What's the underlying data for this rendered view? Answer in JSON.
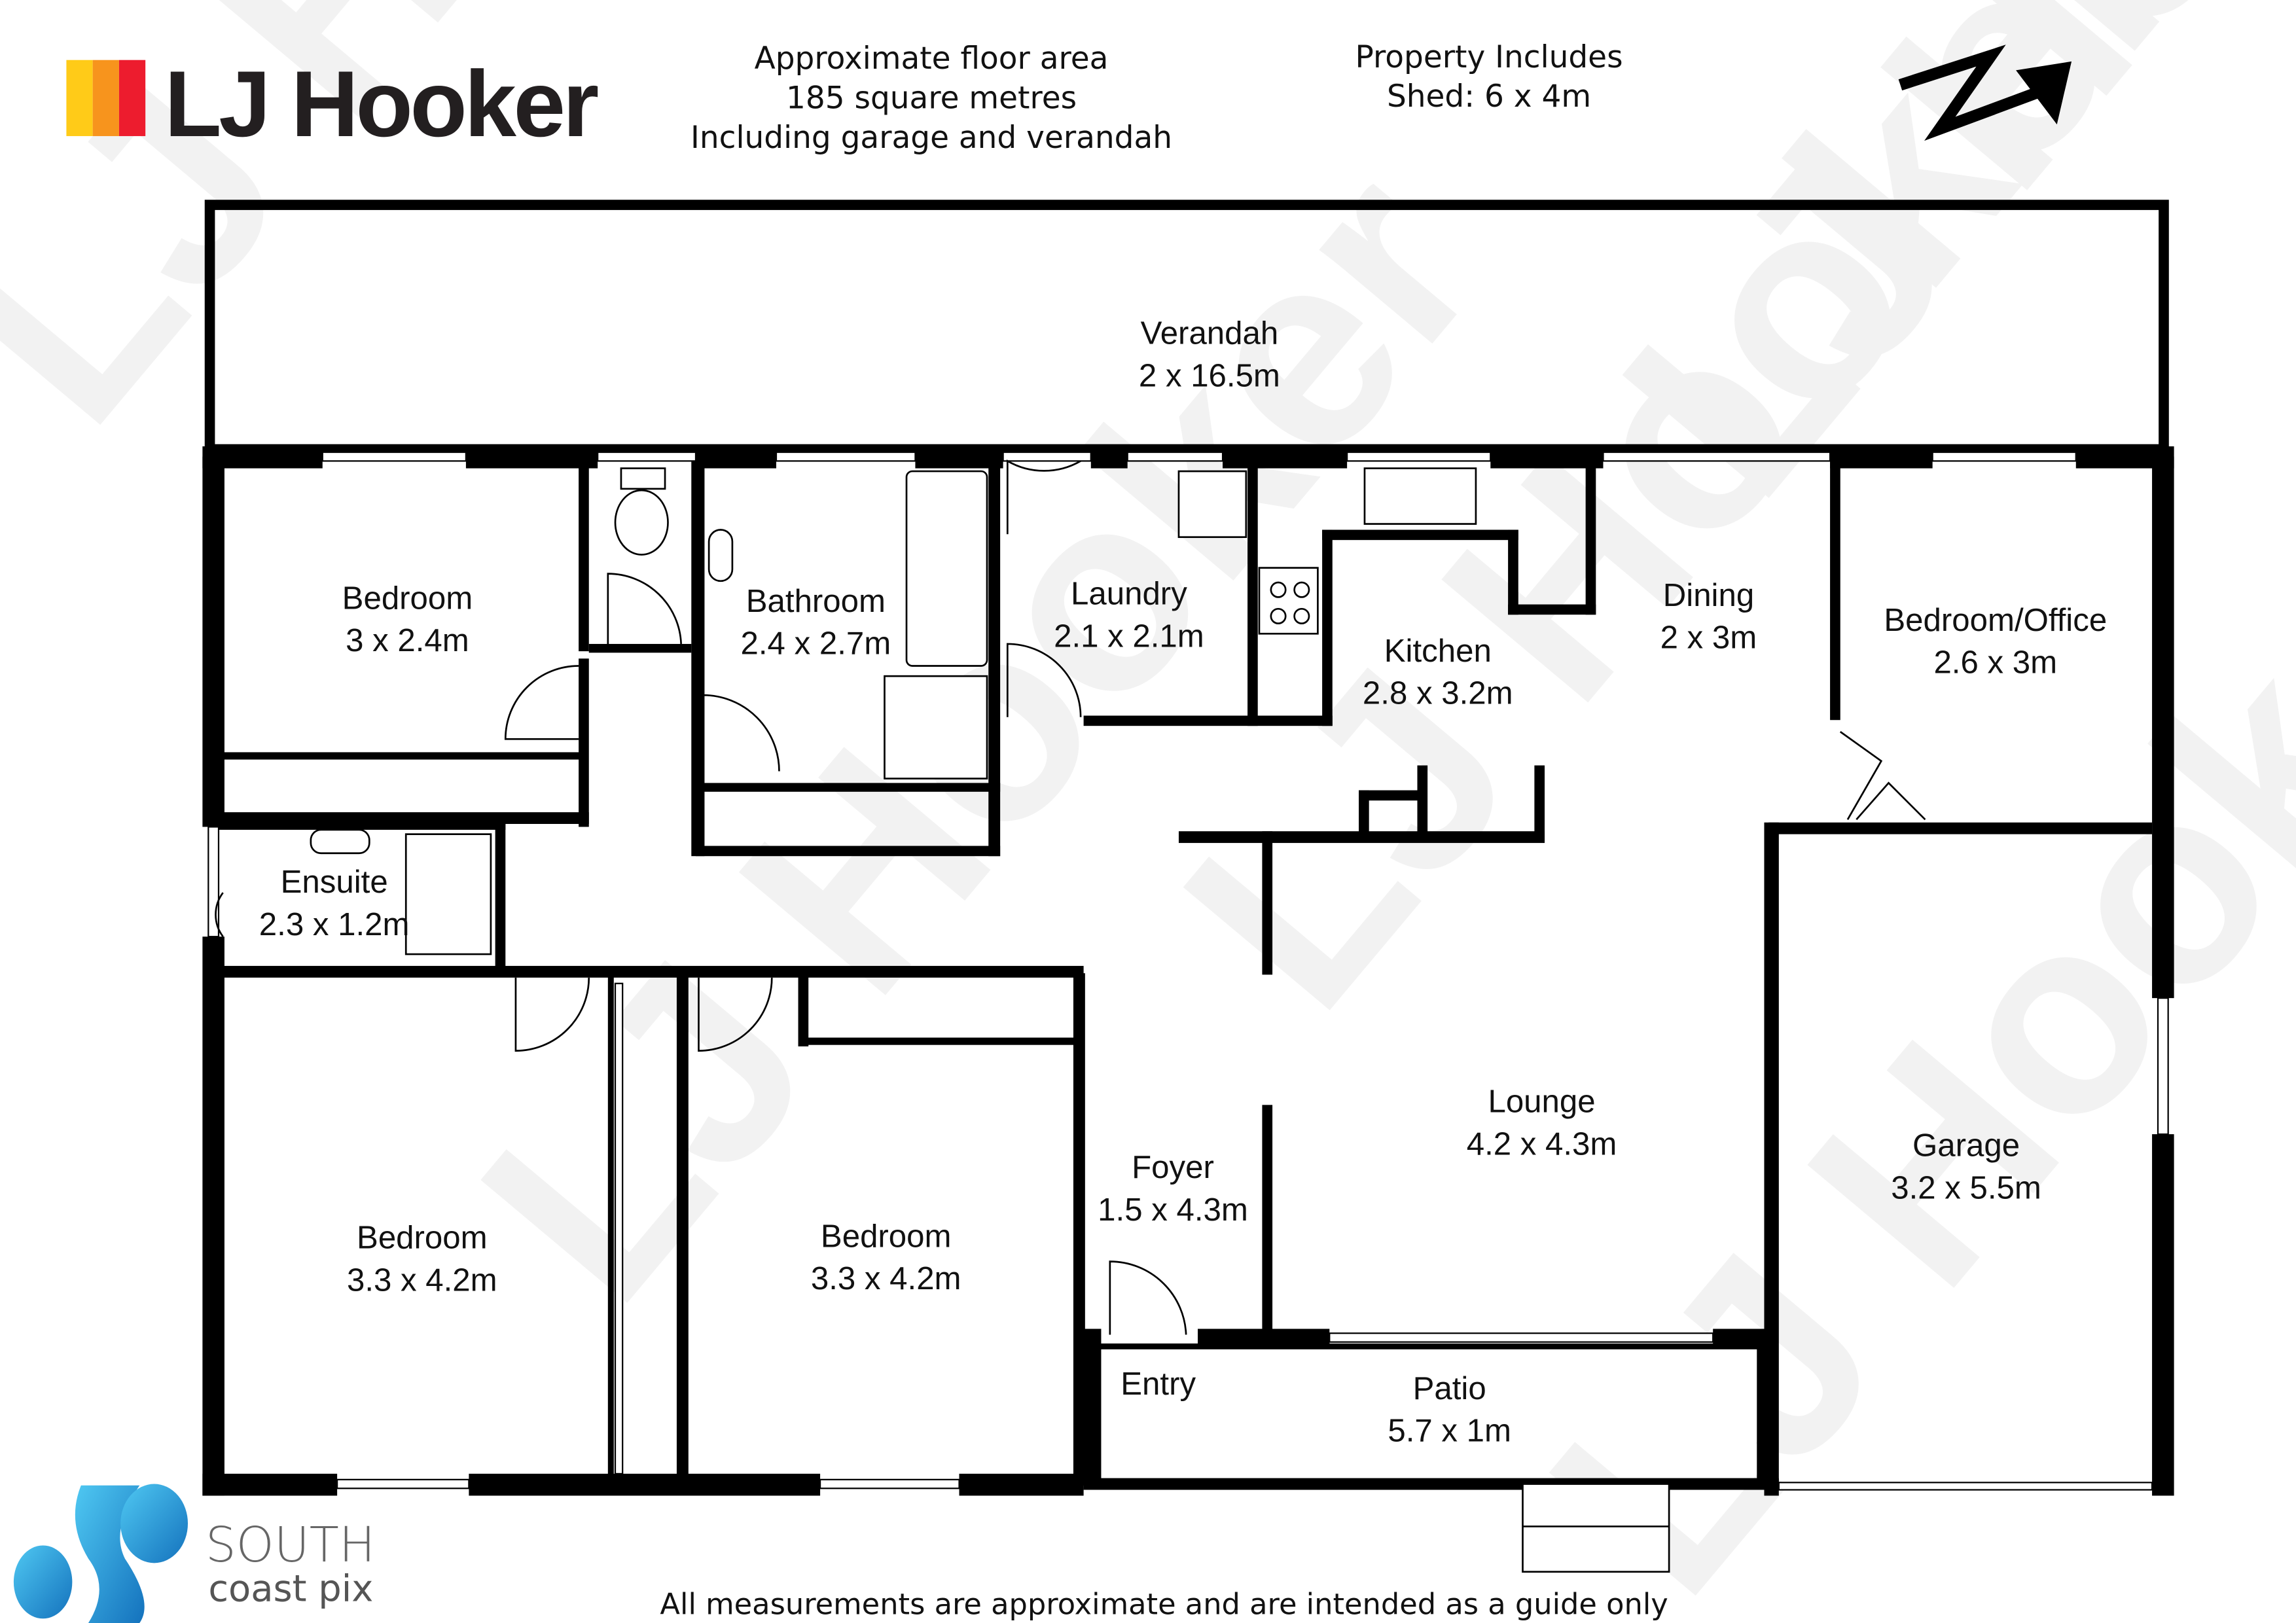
{
  "brand": {
    "name": "LJ Hooker",
    "colors": [
      "#FFCB18",
      "#F7941D",
      "#ED1C2E"
    ]
  },
  "header": {
    "floor_area": [
      "Approximate floor area",
      "185 square metres",
      "Including garage and verandah"
    ],
    "includes": [
      "Property Includes",
      "Shed: 6 x 4m"
    ],
    "north_icon": "north-arrow-icon"
  },
  "rooms": {
    "verandah": {
      "name": "Verandah",
      "dims": "2 x 16.5m"
    },
    "bedroom1": {
      "name": "Bedroom",
      "dims": "3 x 2.4m"
    },
    "bathroom": {
      "name": "Bathroom",
      "dims": "2.4 x 2.7m"
    },
    "laundry": {
      "name": "Laundry",
      "dims": "2.1 x 2.1m"
    },
    "kitchen": {
      "name": "Kitchen",
      "dims": "2.8 x 3.2m"
    },
    "dining": {
      "name": "Dining",
      "dims": "2 x 3m"
    },
    "office": {
      "name": "Bedroom/Office",
      "dims": "2.6 x 3m"
    },
    "ensuite": {
      "name": "Ensuite",
      "dims": "2.3 x 1.2m"
    },
    "bedroom2": {
      "name": "Bedroom",
      "dims": "3.3 x 4.2m"
    },
    "bedroom3": {
      "name": "Bedroom",
      "dims": "3.3 x 4.2m"
    },
    "foyer": {
      "name": "Foyer",
      "dims": "1.5 x 4.3m"
    },
    "lounge": {
      "name": "Lounge",
      "dims": "4.2 x 4.3m"
    },
    "garage": {
      "name": "Garage",
      "dims": "3.2 x 5.5m"
    },
    "entry": {
      "name": "Entry"
    },
    "patio": {
      "name": "Patio",
      "dims": "5.7 x 1m"
    }
  },
  "footer": {
    "disclaimer": "All measurements are approximate and are intended as a guide only",
    "photographer": {
      "line1": "SOUTH",
      "line2": "coast pix",
      "color": "#2A8FD4"
    }
  }
}
